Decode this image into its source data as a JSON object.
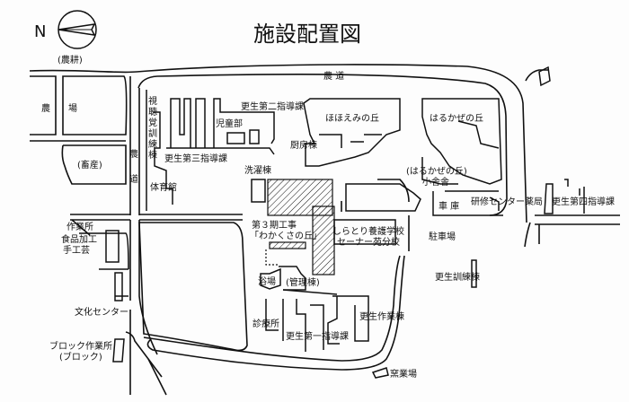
{
  "title": "施設配置図",
  "compass": {
    "label": "N",
    "icon": "north-arrow-icon"
  },
  "labels": {
    "noko": "(農耕)",
    "road_top": "農 道",
    "road_left_1": "農",
    "road_left_2": "道",
    "farm_1": "農",
    "farm_2": "場",
    "chikusan": "(畜産)",
    "shichokaku": [
      "視",
      "聴",
      "覚",
      "訓",
      "練",
      "棟"
    ],
    "jidobu": "児童部",
    "kosei2": "更生第二指導課",
    "kosei3": "更生第三指導課",
    "taiikukan": "体育館",
    "sentaku": "洗濯棟",
    "chubo": "厨房棟",
    "hohoemi": "ほほえみの丘",
    "harukaze": "はるかぜの丘",
    "harukaze_small_1": "(はるかぜの丘)",
    "harukaze_small_2": "小舎舎",
    "kenshu": "研修センター薬局",
    "shako": "車 庫",
    "kosei4": "更生第四指導課",
    "phase3_1": "第３期工事",
    "phase3_2": "「わかくさの丘」",
    "school_1": "しらとり養護学校",
    "school_2": "セーナー苑分校",
    "parking": "駐車場",
    "kosei_kunren": "更生訓練棟",
    "sagyosho": "作業所",
    "shokuhin": "食品加工",
    "shukogei": "手工芸",
    "bunka": "文化センター",
    "block_1": "ブロック作業所",
    "block_2": "(ブロック)",
    "yokujo": "浴場",
    "kanri": "(管理棟)",
    "shinryo": "診療所",
    "kosei_sagyo": "更生作業棟",
    "kosei1": "更生第一指導課",
    "yogyo": "窯業場"
  }
}
